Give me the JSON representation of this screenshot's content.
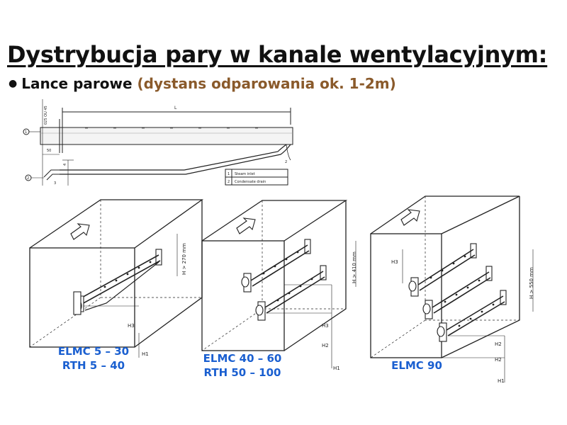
{
  "title": "Dystrybucja pary w kanale wentylacyjnym:",
  "bullet": {
    "main": "Lance parowe",
    "note": "(dystans odparowania ok. 1-2m)"
  },
  "lance_drawing": {
    "dim_length": "L",
    "dim_50": "50",
    "dim_vertical": "025 OU 45",
    "marker_1": "1",
    "marker_2": "2",
    "legend": [
      {
        "num": "1",
        "text": "Steam inlet"
      },
      {
        "num": "2",
        "text": "Condensate drain"
      }
    ],
    "small_labels": [
      "2",
      "3",
      "4"
    ]
  },
  "ducts": [
    {
      "height_label": "H > 270 mm",
      "dims": [
        "H3",
        "H1"
      ],
      "caption": [
        "ELMC 5 – 30",
        "RTH 5 – 40"
      ]
    },
    {
      "height_label": "H > 410 mm",
      "dims": [
        "H3",
        "H2",
        "H1"
      ],
      "caption": [
        "ELMC 40 – 60",
        "RTH 50 – 100"
      ]
    },
    {
      "height_label": "H > 550 mm",
      "dims": [
        "H3",
        "H2",
        "H2",
        "H1"
      ],
      "caption": [
        "ELMC 90"
      ]
    }
  ],
  "colors": {
    "title": "#111111",
    "note": "#8a5a2b",
    "caption": "#1a5fd0"
  }
}
